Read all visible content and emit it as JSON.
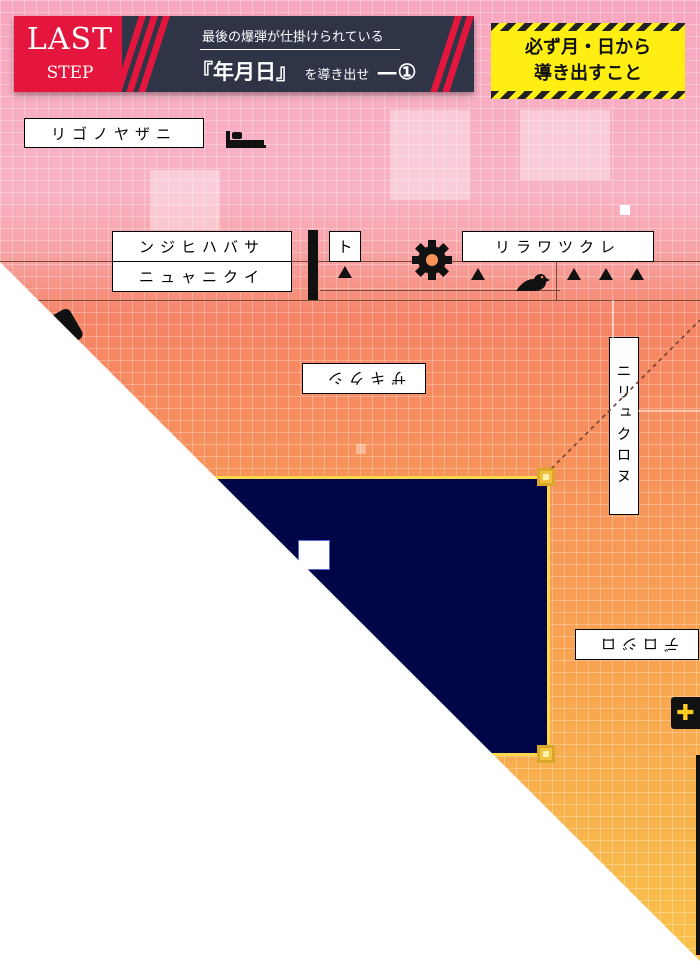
{
  "banner": {
    "last": "LAST",
    "step": "STEP",
    "subtitle": "最後の爆弾が仕掛けられている",
    "main_title": "『年月日』",
    "main_suffix": "を導き出せ",
    "number": "—①"
  },
  "warning": {
    "line1": "必ず月・日から",
    "line2": "導き出すこと"
  },
  "labels": {
    "top_left": "リゴノヤザニ",
    "shelf_left_top": "ンジヒハバサ",
    "shelf_left_bottom": "ニュャニクイ",
    "shelf_small": "ト",
    "shelf_right": "リラワツクレ",
    "middle": "ザキクシ",
    "right_vertical": "ニリュクロヌ",
    "right_lower": "デロジロ"
  },
  "icons": {
    "bed": "bed-icon",
    "gear": "gear-icon",
    "bird": "bird-icon",
    "phone": "phone-icon",
    "plus": "plus-icon"
  },
  "colors": {
    "banner_red": "#e4163e",
    "banner_dark": "#2f3447",
    "panel_navy": "#000548",
    "panel_border": "#ffd84a",
    "warning_yellow": "#ffee11"
  }
}
